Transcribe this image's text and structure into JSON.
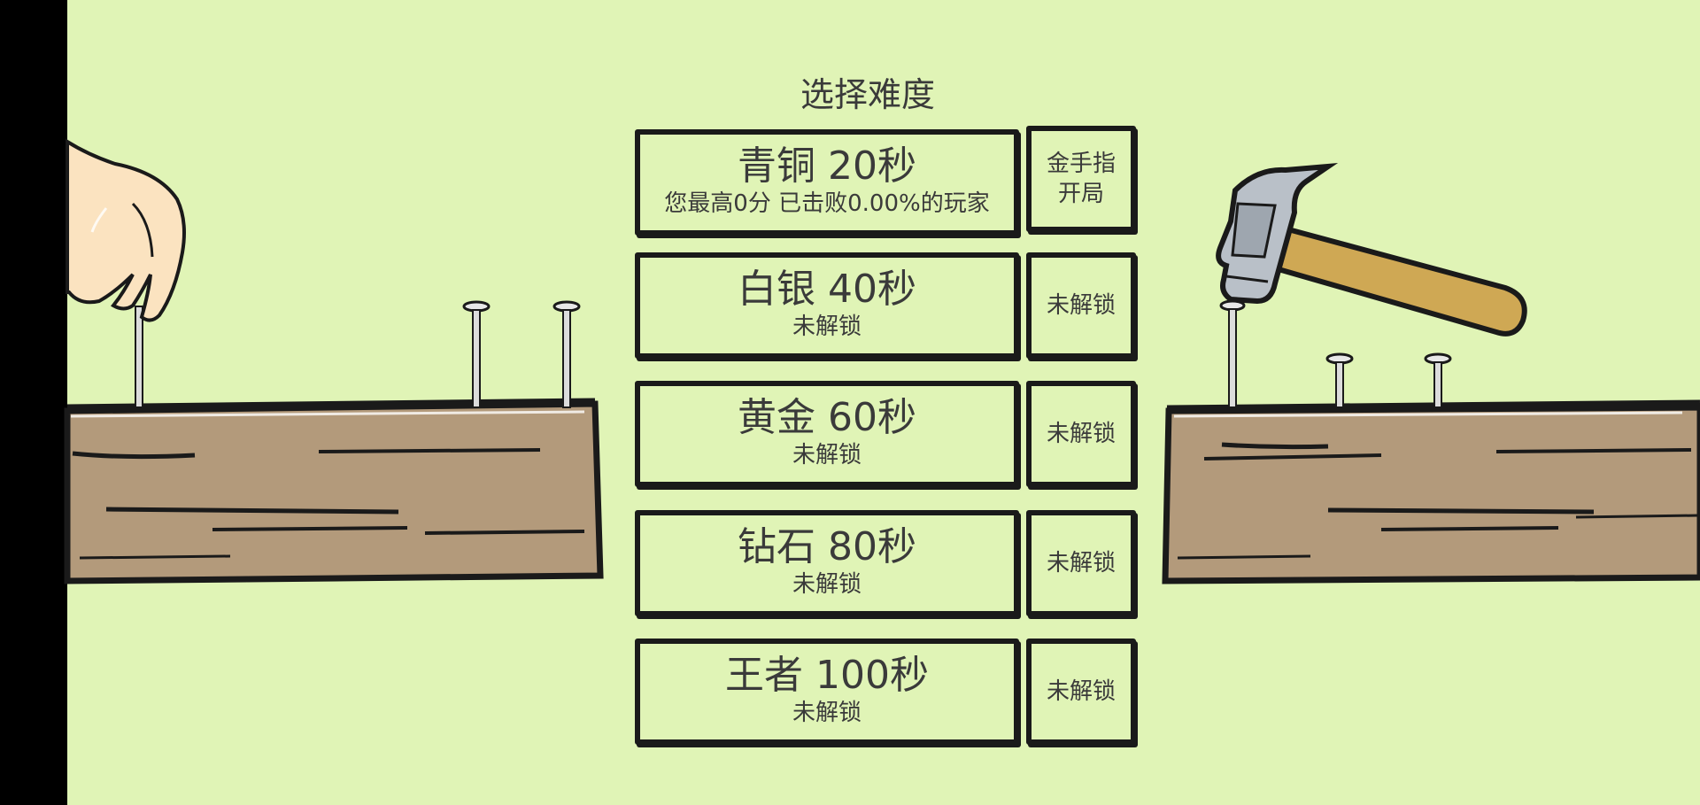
{
  "title": "选择难度",
  "levels": [
    {
      "name": "青铜 20秒",
      "sub": "您最高0分 已击败0.00%的玩家",
      "side": "金手指开局"
    },
    {
      "name": "白银 40秒",
      "sub": "未解锁",
      "side": "未解锁"
    },
    {
      "name": "黄金 60秒",
      "sub": "未解锁",
      "side": "未解锁"
    },
    {
      "name": "钻石 80秒",
      "sub": "未解锁",
      "side": "未解锁"
    },
    {
      "name": "王者 100秒",
      "sub": "未解锁",
      "side": "未解锁"
    }
  ],
  "colors": {
    "background": "#e0f4b6",
    "wood": "#b39a7b",
    "border": "#1a1a1a",
    "hammer_handle": "#cfa854",
    "hammer_head": "#b9c0c8",
    "hand": "#fbe3c0"
  },
  "icons": {
    "left": "hand-holding-nail-icon",
    "right": "hammer-icon"
  }
}
